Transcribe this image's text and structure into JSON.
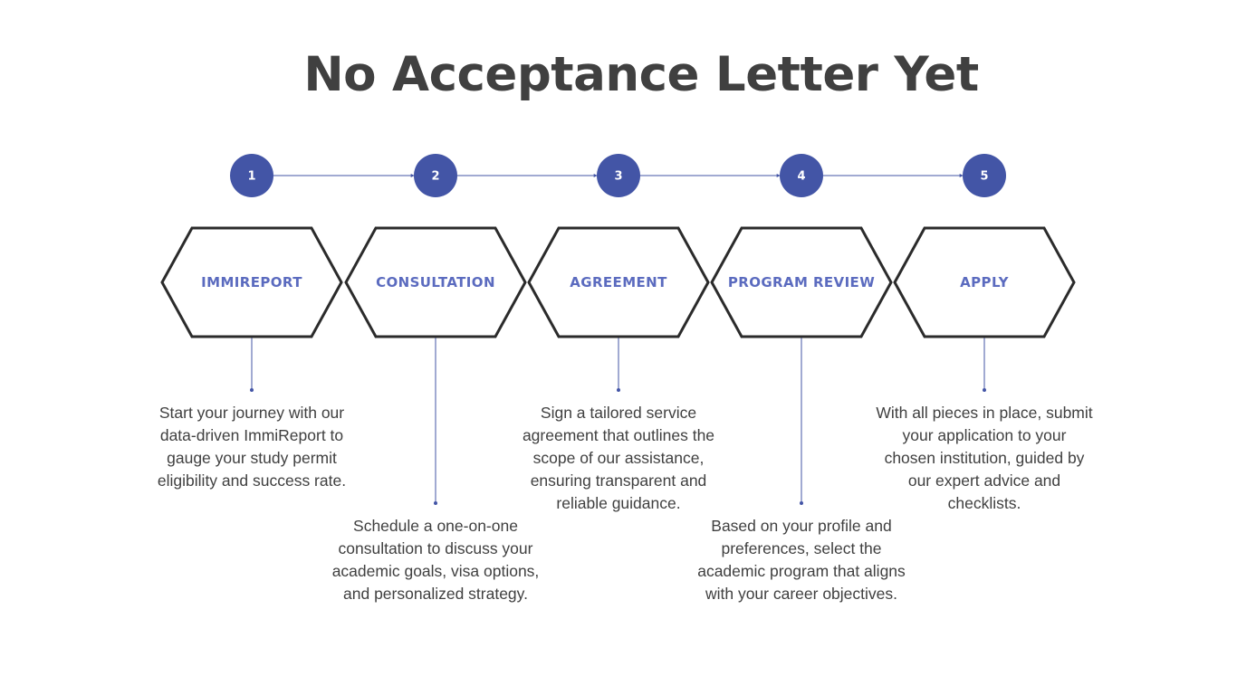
{
  "title": "No Acceptance Letter Yet",
  "colors": {
    "accent": "#4355a6",
    "label": "#5b6bbf",
    "hexagon_stroke": "#2b2b2b",
    "title": "#404040",
    "text": "#404040"
  },
  "steps": [
    {
      "number": "1",
      "label": "IMMIREPORT",
      "description": "Start your journey with our data-driven ImmiReport to gauge your study permit eligibility and success rate."
    },
    {
      "number": "2",
      "label": "CONSULTATION",
      "description": "Schedule a one-on-one consultation to discuss your academic goals, visa options, and personalized strategy."
    },
    {
      "number": "3",
      "label": "AGREEMENT",
      "description": "Sign a tailored service agreement that outlines the scope of our assistance, ensuring transparent and reliable guidance."
    },
    {
      "number": "4",
      "label": "PROGRAM REVIEW",
      "description": "Based on your profile and preferences, select the academic program that aligns with your career objectives."
    },
    {
      "number": "5",
      "label": "APPLY",
      "description": "With all pieces in place, submit your application to your chosen institution, guided by our expert advice and checklists."
    }
  ]
}
